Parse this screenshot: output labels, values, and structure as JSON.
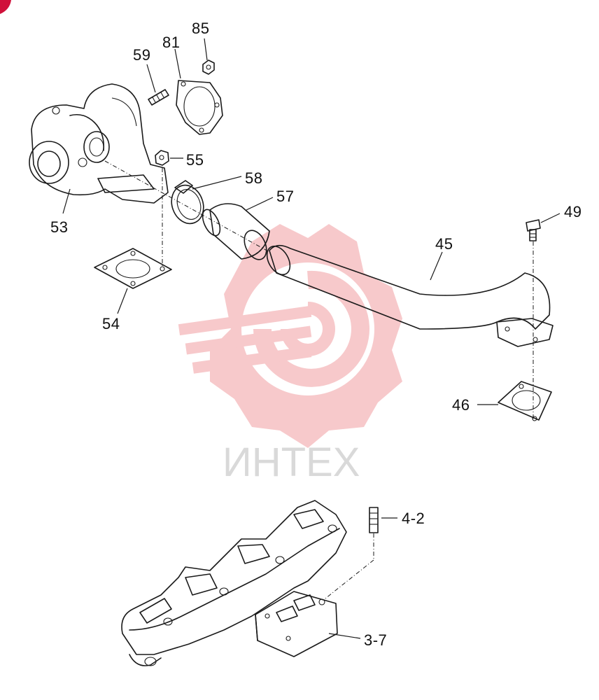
{
  "diagram": {
    "callouts": [
      {
        "id": "85",
        "label": "85"
      },
      {
        "id": "81",
        "label": "81"
      },
      {
        "id": "59",
        "label": "59"
      },
      {
        "id": "55",
        "label": "55"
      },
      {
        "id": "58",
        "label": "58"
      },
      {
        "id": "57",
        "label": "57"
      },
      {
        "id": "53",
        "label": "53"
      },
      {
        "id": "54",
        "label": "54"
      },
      {
        "id": "45",
        "label": "45"
      },
      {
        "id": "49",
        "label": "49"
      },
      {
        "id": "46",
        "label": "46"
      },
      {
        "id": "4-2",
        "label": "4-2"
      },
      {
        "id": "3-7",
        "label": "3-7"
      }
    ],
    "watermark": {
      "text": "ИНТЕХ",
      "color": "#f7c9cb"
    },
    "corner_mark_color": "#d0103a"
  }
}
